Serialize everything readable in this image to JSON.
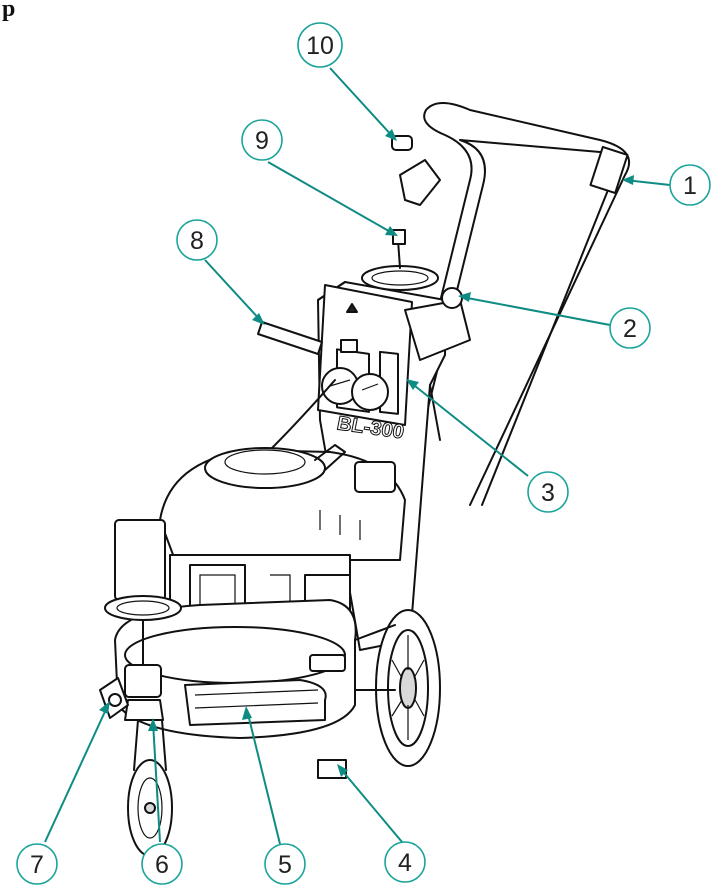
{
  "figure": {
    "label_fragment": "p",
    "model_label": "BL-300",
    "accent_color": "#1aa39a",
    "callouts": [
      {
        "number": "1"
      },
      {
        "number": "2"
      },
      {
        "number": "3"
      },
      {
        "number": "4"
      },
      {
        "number": "5"
      },
      {
        "number": "6"
      },
      {
        "number": "7"
      },
      {
        "number": "8"
      },
      {
        "number": "9"
      },
      {
        "number": "10"
      }
    ]
  }
}
